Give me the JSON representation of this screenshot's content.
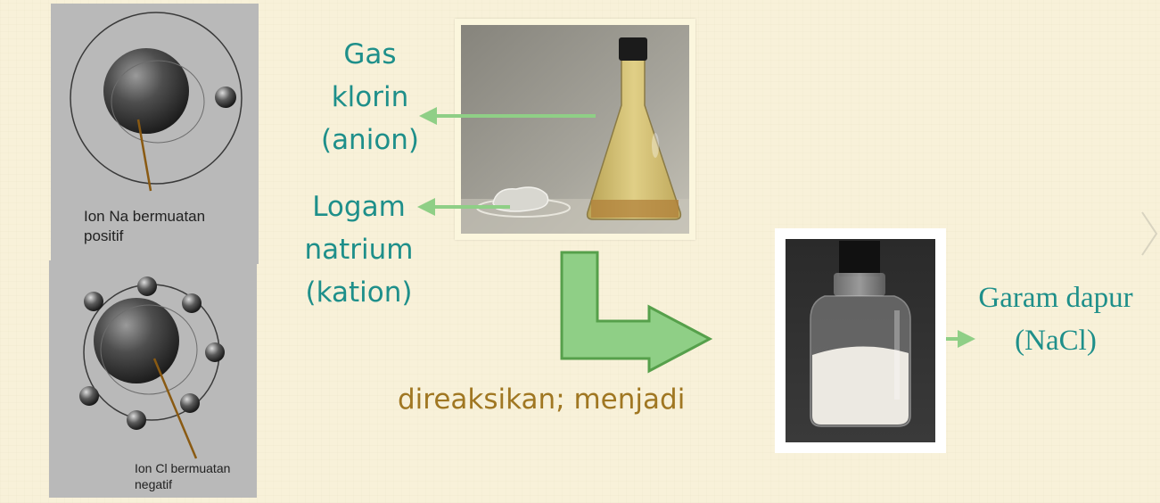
{
  "atoms": {
    "sodium": {
      "caption_line1": "Ion Na bermuatan",
      "caption_line2": "positif"
    },
    "chlorine": {
      "caption_line1": "Ion Cl bermuatan",
      "caption_line2": "negatif"
    }
  },
  "labels": {
    "chlorine_gas": [
      "Gas",
      "klorin",
      "(anion)"
    ],
    "sodium_metal": [
      "Logam",
      "natrium",
      "(kation)"
    ],
    "table_salt": [
      "Garam dapur",
      "(NaCl)"
    ]
  },
  "reaction_text": "direaksikan; menjadi",
  "colors": {
    "label_teal": "#1e8f8a",
    "arrow_green": "#8fcf86",
    "reaction_text": "#a07722",
    "background": "#f8f1d9"
  },
  "icons": {
    "next_slide": "chevron-right-icon"
  }
}
